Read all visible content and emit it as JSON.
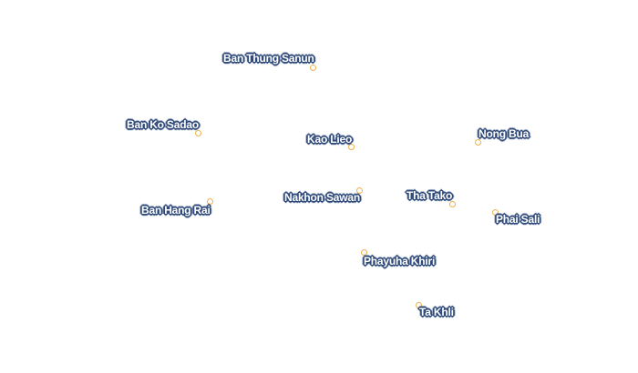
{
  "map": {
    "places": [
      {
        "name": "Ban Thung Sanun"
      },
      {
        "name": "Ban Ko Sadao"
      },
      {
        "name": "Kao Lieo"
      },
      {
        "name": "Nong Bua"
      },
      {
        "name": "Nakhon Sawan"
      },
      {
        "name": "Tha Tako"
      },
      {
        "name": "Ban Hang Rai"
      },
      {
        "name": "Phai Sali"
      },
      {
        "name": "Phayuha Khiri"
      },
      {
        "name": "Ta Khli"
      }
    ],
    "colors": {
      "label_fill": "#ffffff",
      "label_halo": "#2f4a7a",
      "marker_stroke": "#f0b14a",
      "background": "#ffffff"
    }
  }
}
